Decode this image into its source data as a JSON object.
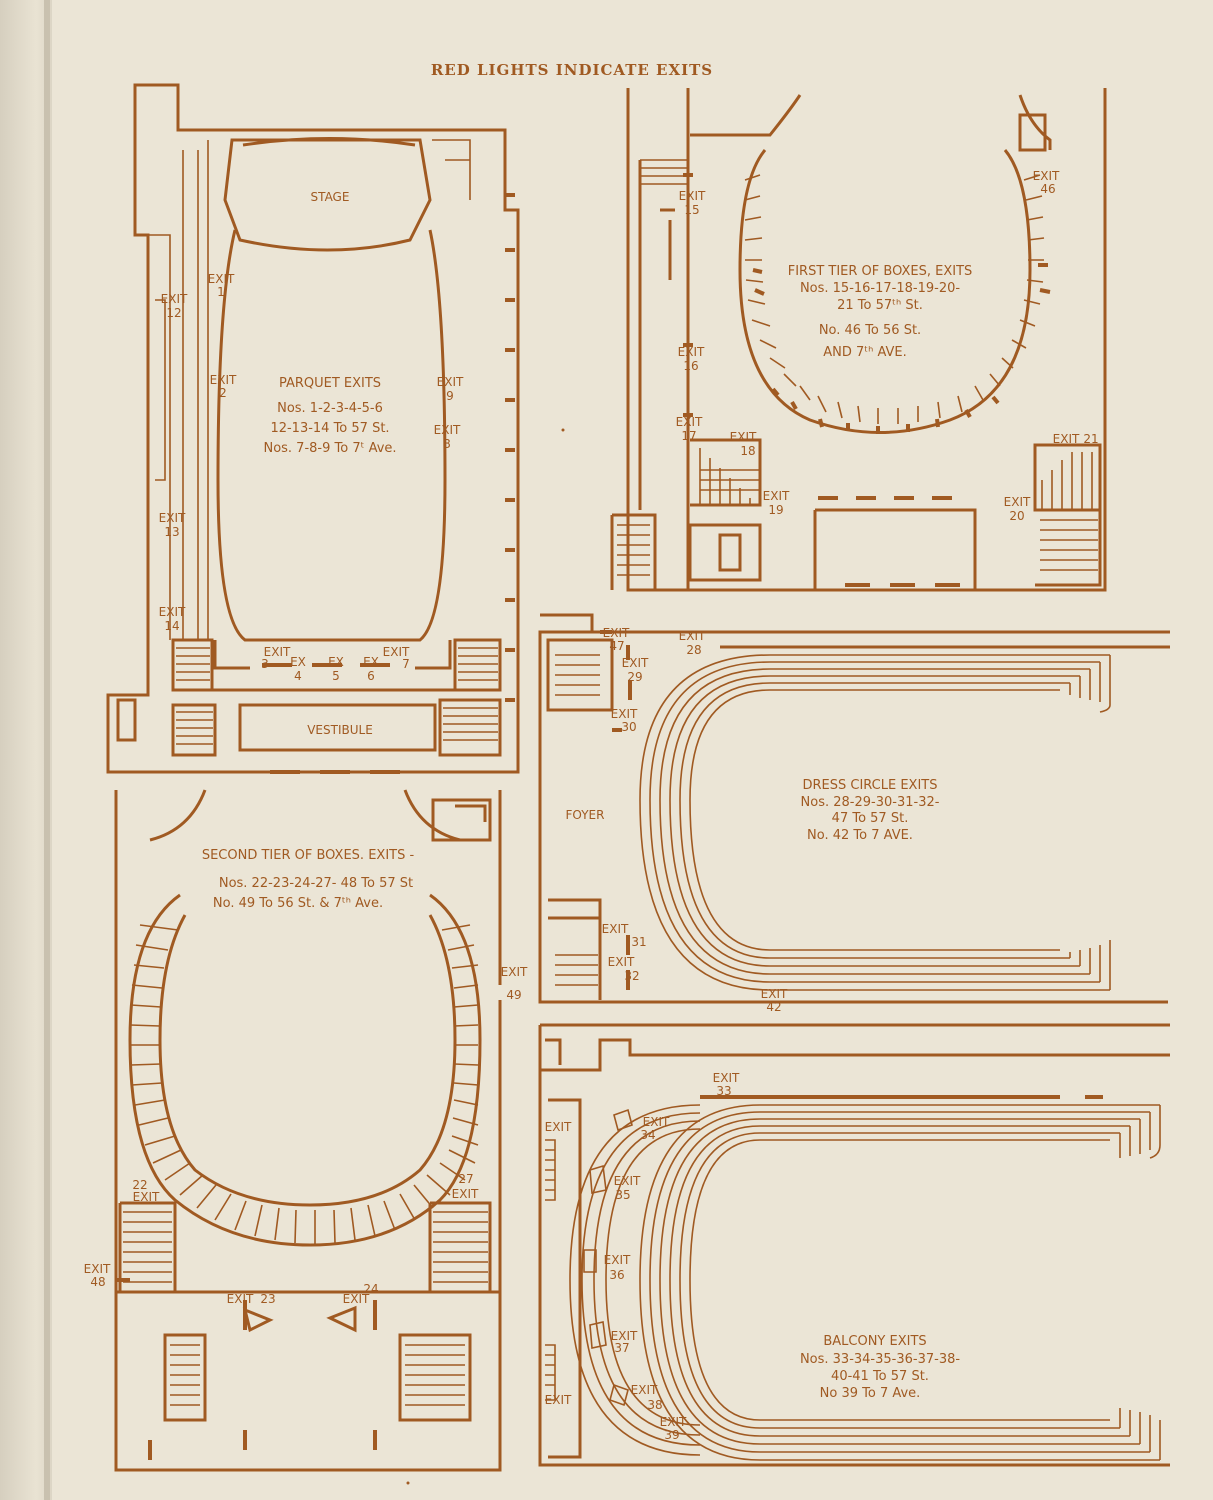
{
  "header": "RED LIGHTS INDICATE EXITS",
  "colors": {
    "ink": "#a05a22",
    "paper": "#ebe5d6"
  },
  "parquet": {
    "stage": "STAGE",
    "vestibule": "VESTIBULE",
    "title": "PARQUET EXITS",
    "line1": "Nos. 1-2-3-4-5-6",
    "line2": "12-13-14 To 57 St.",
    "line3": "Nos. 7-8-9 To 7ᵗ Ave.",
    "exits": {
      "e1": "1",
      "e2": "2",
      "e3": "3",
      "e4": "4",
      "e5": "5",
      "e6": "6",
      "e7": "7",
      "e8": "8",
      "e9": "9",
      "e12": "12",
      "e13": "13",
      "e14": "14"
    },
    "exit_word": "EXIT",
    "ex_word": "EX"
  },
  "first_tier": {
    "title": "FIRST TIER OF BOXES, EXITS",
    "line1": "Nos. 15-16-17-18-19-20-",
    "line2": "21 To 57ᵗʰ St.",
    "line3": "No. 46 To 56 St.",
    "line4": "AND 7ᵗʰ AVE.",
    "exits": {
      "e15": "15",
      "e16": "16",
      "e17": "17",
      "e18": "18",
      "e19": "19",
      "e20": "20",
      "e21": "21",
      "e46": "46"
    }
  },
  "dress_circle": {
    "title": "DRESS CIRCLE EXITS",
    "line1": "Nos. 28-29-30-31-32-",
    "line2": "47 To 57 St.",
    "line3": "No. 42 To 7 AVE.",
    "foyer": "FOYER",
    "exits": {
      "e28": "28",
      "e29": "29",
      "e30": "30",
      "e31": "31",
      "e32": "32",
      "e42": "42",
      "e47": "47"
    }
  },
  "second_tier": {
    "title": "SECOND TIER OF BOXES. EXITS -",
    "line1": "Nos. 22-23-24-27- 48 To 57 St",
    "line2": "No. 49 To 56 St. & 7ᵗʰ Ave.",
    "exits": {
      "e22": "22",
      "e23": "23",
      "e24": "24",
      "e27": "27",
      "e48": "48",
      "e49": "49"
    }
  },
  "balcony": {
    "title": "BALCONY EXITS",
    "line1": "Nos. 33-34-35-36-37-38-",
    "line2": "40-41 To 57 St.",
    "line3": "No 39 To 7 Ave.",
    "exits": {
      "e33": "33",
      "e34": "34",
      "e35": "35",
      "e36": "36",
      "e37": "37",
      "e38": "38",
      "e39": "39"
    }
  }
}
